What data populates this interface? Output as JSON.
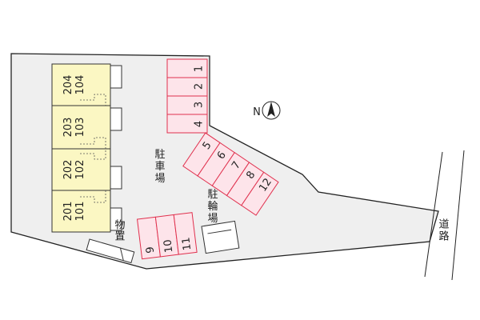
{
  "site_plan": {
    "compass": {
      "north_label": "N"
    },
    "buildings": [
      {
        "upper": "204",
        "lower": "104"
      },
      {
        "upper": "203",
        "lower": "103"
      },
      {
        "upper": "202",
        "lower": "102"
      },
      {
        "upper": "201",
        "lower": "101"
      }
    ],
    "parking_upper": [
      "1",
      "2",
      "3",
      "4"
    ],
    "parking_diagonal": [
      "5",
      "6",
      "7",
      "8",
      "12"
    ],
    "parking_lower": [
      "9",
      "10",
      "11"
    ],
    "labels": {
      "parking": "駐車場",
      "bicycle_parking": "駐輪場",
      "storage": "物置",
      "road": "道路"
    },
    "colors": {
      "lot_fill": "#efefef",
      "building_fill": "#fbf7c3",
      "parking_stroke": "#e0314e",
      "parking_fill": "#fde4ea"
    }
  }
}
